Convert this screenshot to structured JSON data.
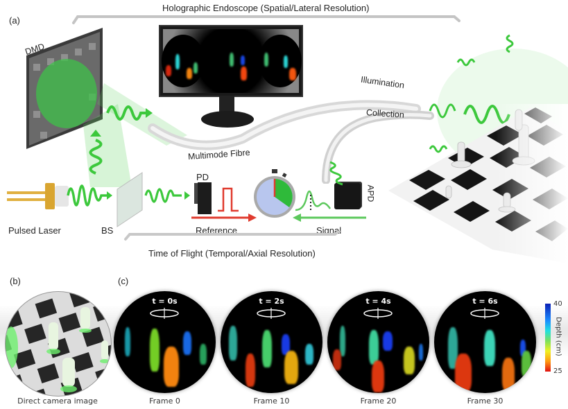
{
  "panel_a": {
    "label": "(a)",
    "top_bracket": "Holographic Endoscope (Spatial/Lateral Resolution)",
    "bottom_bracket": "Time of Flight (Temporal/Axial Resolution)",
    "components": {
      "dmd": "DMD",
      "multimode_fibre": "Multimode Fibre",
      "illumination": "Illumination",
      "collection": "Collection",
      "pulsed_laser": "Pulsed Laser",
      "beam_splitter": "BS",
      "photodiode": "PD",
      "avalanche_photodiode": "APD",
      "reference": "Reference",
      "signal": "Signal"
    },
    "colors": {
      "light": "#3cc83c",
      "reference_arrow": "#e03a2e",
      "signal_arrow": "#5cc85c",
      "bracket": "#bdbdbd"
    }
  },
  "panel_b": {
    "label": "(b)",
    "caption": "Direct camera  image"
  },
  "panel_c": {
    "label": "(c)",
    "frames": [
      {
        "time": "t = 0s",
        "caption": "Frame 0"
      },
      {
        "time": "t = 2s",
        "caption": "Frame 10"
      },
      {
        "time": "t = 4s",
        "caption": "Frame 20"
      },
      {
        "time": "t = 6s",
        "caption": "Frame 30"
      }
    ],
    "colorbar": {
      "max": "40",
      "min": "25",
      "label": "Depth (cm)",
      "colors": [
        "#0a1fb5",
        "#1a8cff",
        "#20e0e0",
        "#7de05a",
        "#f0f020",
        "#ff9a10",
        "#e01010"
      ]
    }
  }
}
